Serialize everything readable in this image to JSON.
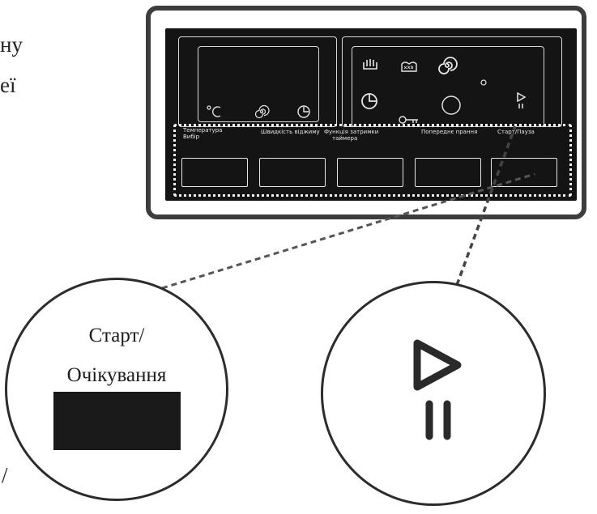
{
  "margin_text": {
    "line1": "ну",
    "line2": "еї",
    "line3": "/"
  },
  "panel": {
    "labels": {
      "temperature": "Температура",
      "temperature_sub": "Вибір",
      "spin": "Швидкість віджиму",
      "delay": "Функція затримки",
      "delay_sub": "таймера",
      "prewash": "Попереднє прання",
      "start_pause": "Старт/Пауза"
    }
  },
  "zoom_left": {
    "line1": "Старт/",
    "line2": "Очікування"
  },
  "icons": {
    "panel": [
      "hand-wash-icon",
      "delicate-icon",
      "spiral-icon",
      "dot-icon",
      "clock-icon",
      "key-icon",
      "ring-icon",
      "play-pause-icon",
      "temperature-icon",
      "spin-icon",
      "timer-icon"
    ],
    "zoom_right": "play-pause-icon"
  },
  "colors": {
    "panel": "#141414",
    "frame": "#3d3d3d",
    "text": "#1c1c1c"
  }
}
